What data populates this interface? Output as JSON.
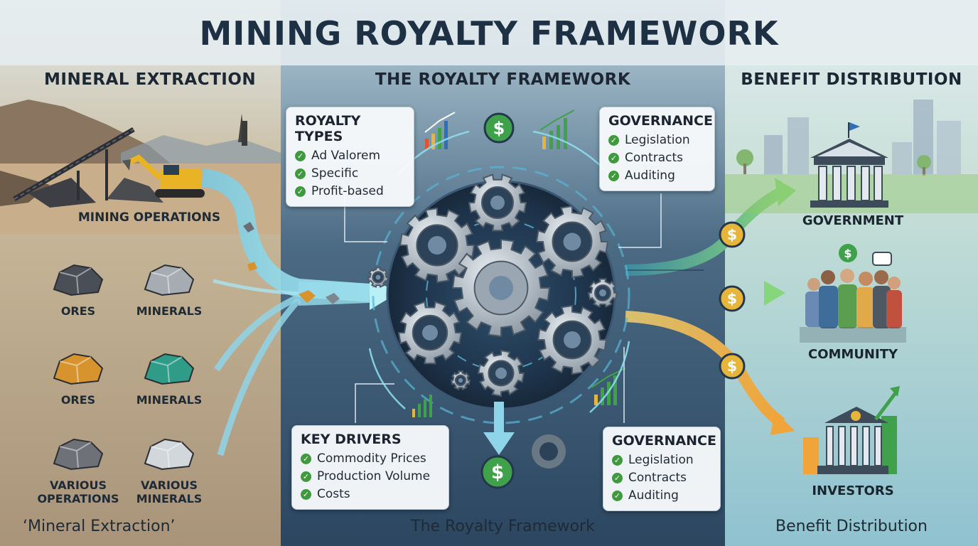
{
  "title": "Mining Royalty Framework",
  "sections": {
    "left": "Mineral Extraction",
    "center": "The Royalty Framework",
    "right": "Benefit Distribution"
  },
  "left": {
    "mining_label": "Mining Operations",
    "items": [
      {
        "label": "Ores",
        "color": "#4a4e56"
      },
      {
        "label": "Minerals",
        "color": "#a7acb2"
      },
      {
        "label": "Ores",
        "color": "#d7932e"
      },
      {
        "label": "Minerals",
        "color": "#2f9c88"
      },
      {
        "label": "Various\nOperations",
        "color": "#6e7278"
      },
      {
        "label": "Various\nMinerals",
        "color": "#d2d7dc"
      }
    ]
  },
  "center": {
    "royalty_types": {
      "heading": "Royalty Types",
      "items": [
        "Ad Valorem",
        "Specific",
        "Profit-based"
      ]
    },
    "governance_top": {
      "heading": "Governance",
      "items": [
        "Legislation",
        "Contracts",
        "Auditing"
      ]
    },
    "key_drivers": {
      "heading": "Key Drivers",
      "items": [
        "Commodity Prices",
        "Production Volume",
        "Costs"
      ]
    },
    "governance_bottom": {
      "heading": "Governance",
      "items": [
        "Legislation",
        "Contracts",
        "Auditing"
      ]
    },
    "dollar_symbol": "$"
  },
  "right": {
    "recipients": [
      "Government",
      "Community",
      "Investors"
    ],
    "dollar_symbol": "$"
  },
  "footer": {
    "left": "‘Mineral Extraction’",
    "center": "The Royalty Framework",
    "right": "Benefit Distribution"
  },
  "colors": {
    "flow_blue": "#6fd0ea",
    "flow_green": "#7ed27a",
    "flow_orange": "#f0a43a",
    "coin": "#e7b53a",
    "check": "#3f9a3e"
  }
}
